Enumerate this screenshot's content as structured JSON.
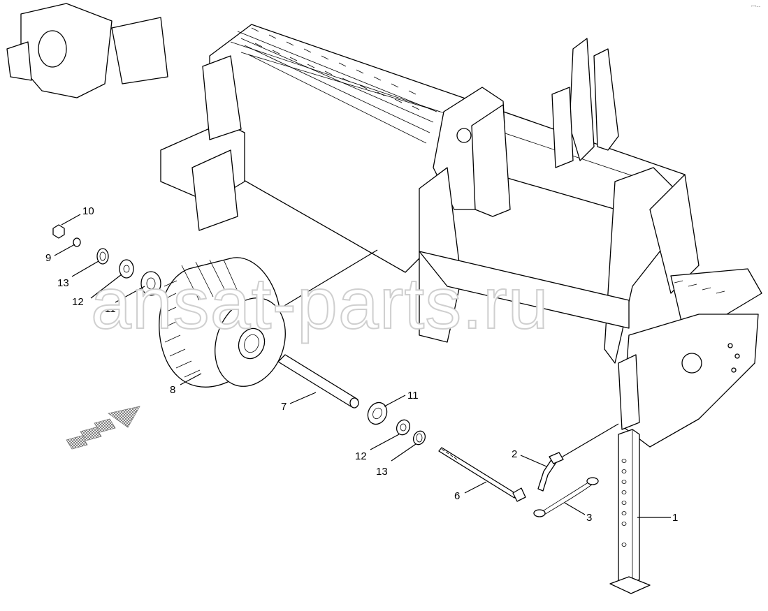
{
  "watermark": "ansat-parts.ru",
  "corner_mark": "ꟷ--",
  "callouts": [
    {
      "id": "10",
      "text": "10"
    },
    {
      "id": "9",
      "text": "9"
    },
    {
      "id": "13a",
      "text": "13"
    },
    {
      "id": "12a",
      "text": "12"
    },
    {
      "id": "11a",
      "text": "11"
    },
    {
      "id": "8",
      "text": "8"
    },
    {
      "id": "7",
      "text": "7"
    },
    {
      "id": "11b",
      "text": "11"
    },
    {
      "id": "12b",
      "text": "12"
    },
    {
      "id": "13b",
      "text": "13"
    },
    {
      "id": "6",
      "text": "6"
    },
    {
      "id": "2",
      "text": "2"
    },
    {
      "id": "3",
      "text": "3"
    },
    {
      "id": "1",
      "text": "1"
    }
  ],
  "colors": {
    "line": "#000000",
    "background": "#ffffff",
    "direction_arrow": "#8c8c8c",
    "watermark_outline": "#cfcfcf"
  },
  "icons": [
    "direction-arrow-icon"
  ]
}
